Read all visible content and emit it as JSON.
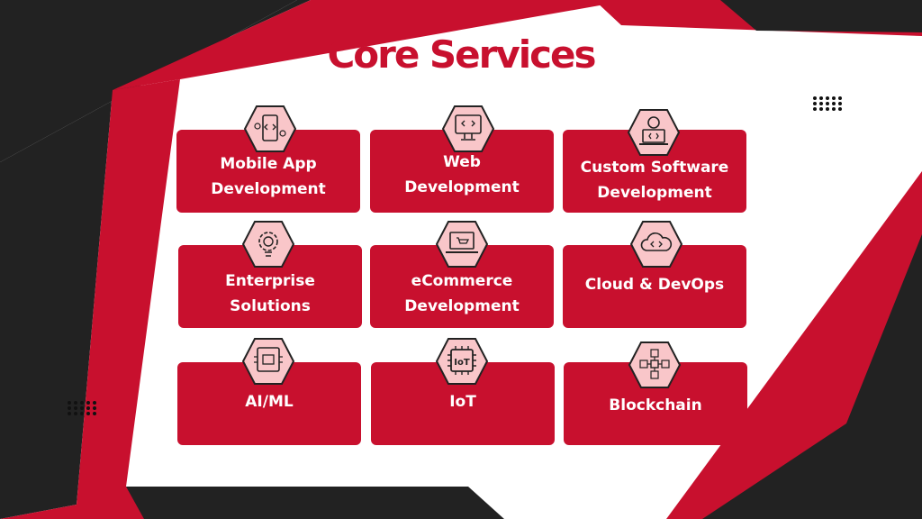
{
  "slide": {
    "title": "Core Services",
    "colors": {
      "accent": "#c8102e",
      "dark": "#222222",
      "icon_fill": "#f9c6c9",
      "background": "#ffffff"
    }
  },
  "services": [
    {
      "label": "Mobile App\nDevelopment",
      "icon": "mobile-code-icon"
    },
    {
      "label": "Web\nDevelopment",
      "icon": "monitor-code-icon"
    },
    {
      "label": "Custom Software\nDevelopment",
      "icon": "gear-laptop-code-icon"
    },
    {
      "label": "Enterprise\nSolutions",
      "icon": "lightbulb-gear-icon"
    },
    {
      "label": "eCommerce\nDevelopment",
      "icon": "laptop-cart-icon"
    },
    {
      "label": "Cloud & DevOps",
      "icon": "cloud-code-icon"
    },
    {
      "label": "AI/ML",
      "icon": "ai-chip-icon"
    },
    {
      "label": "IoT",
      "icon": "iot-chip-icon"
    },
    {
      "label": "Blockchain",
      "icon": "blockchain-network-icon"
    }
  ]
}
